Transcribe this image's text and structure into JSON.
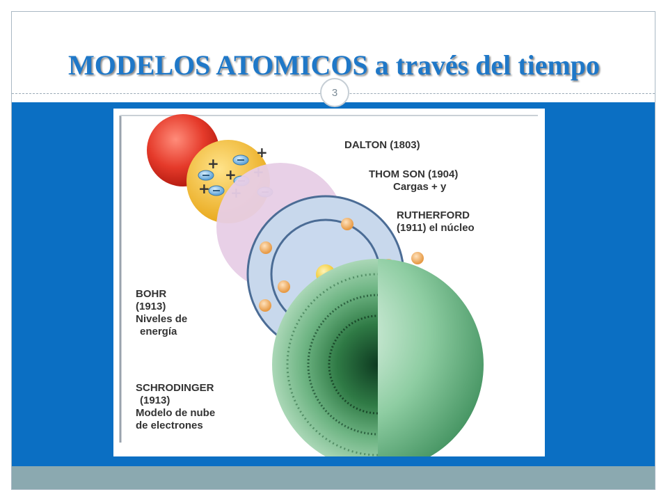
{
  "slide": {
    "title": "MODELOS ATOMICOS a través del tiempo",
    "page_number": "3"
  },
  "figure": {
    "labels": {
      "dalton": "DALTON (1803)",
      "thomson_line1": "THOM SON (1904)",
      "thomson_line2": "Cargas + y",
      "rutherford_line1": "RUTHERFORD",
      "rutherford_line2": "(1911) el núcleo",
      "bohr_line1": "BOHR",
      "bohr_line2": "(1913)",
      "bohr_line3": "Niveles de",
      "bohr_line4": "energía",
      "schrodinger_line1": "SCHRODINGER",
      "schrodinger_line2": "(1913)",
      "schrodinger_line3": "Modelo de nube",
      "schrodinger_line4": "de electrones"
    }
  },
  "colors": {
    "title": "#1f78c8",
    "band": "#0b6fc3",
    "footer": "#8ba9b0"
  }
}
